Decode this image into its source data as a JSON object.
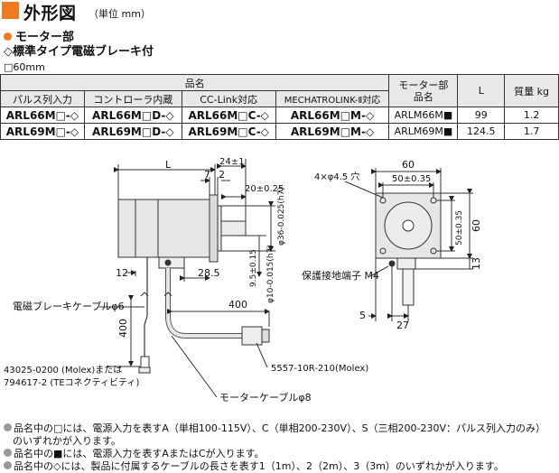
{
  "header": {
    "title": "外形図",
    "unit": "（単位 mm）"
  },
  "section": {
    "part": "モーター部",
    "variant": "◇標準タイプ電磁ブレーキ付",
    "size": "□60mm"
  },
  "table": {
    "group_header": "品名",
    "motor_header": "モーター部\n品名",
    "l_header": "L",
    "mass_header": "質量 kg",
    "columns": [
      "パルス列入力",
      "コントローラ内蔵",
      "CC-Link対応",
      "MECHATROLINK-Ⅱ対応"
    ],
    "rows": [
      {
        "c1": "ARL66M□-◇",
        "c2": "ARL66M□D-◇",
        "c3": "ARL66M□C-◇",
        "c4": "ARL66M□M-◇",
        "motor": "ARLM66M■",
        "l": "99",
        "mass": "1.2"
      },
      {
        "c1": "ARL69M□-◇",
        "c2": "ARL69M□D-◇",
        "c3": "ARL69M□C-◇",
        "c4": "ARL69M□M-◇",
        "motor": "ARLM69M■",
        "l": "124.5",
        "mass": "1.7"
      }
    ]
  },
  "drawing": {
    "dim_L": "L",
    "dim_24": "24±1",
    "dim_7": "7",
    "dim_2": "2",
    "dim_20": "20±0.25",
    "dim_phi36": "φ36-0.025(h7)",
    "dim_12": "12",
    "dim_28_5": "28.5",
    "dim_9_5": "9.5±0.15",
    "dim_phi10": "φ10-0.015(h7)",
    "dim_400a": "400",
    "dim_400b": "400",
    "brake_cable": "電磁ブレーキケーブルφ6",
    "connector_left_1": "43025-0200 (Molex)または",
    "connector_left_2": "794617-2 (TEコネクティビティ)",
    "connector_right": "5557-10R-210(Molex)",
    "motor_cable": "モーターケーブルφ8",
    "dim_60": "60",
    "dim_50h": "50±0.35",
    "holes": "4×φ4.5 穴",
    "dim_50v": "50±0.35",
    "dim_60v": "60",
    "ground": "保護接地端子 M4",
    "dim_13": "13",
    "dim_5": "5",
    "dim_27": "27"
  },
  "notes": [
    "品名中の□には、電源入力を表すA（単相100-115V）、C（単相200-230V）、S（三相200-230V：パルス列入力のみ）",
    "のいずれかが入ります。",
    "品名中の■には、電源入力を表すAまたはCが入ります。",
    "品名中の◇には、製品に付属するケーブルの長さを表す1（1m）、2（2m）、3（3m）のいずれかが入ります。"
  ],
  "colors": {
    "accent": "#ef7a22",
    "bullet_gray": "#999999",
    "header_bg": "#e8e8e8"
  }
}
